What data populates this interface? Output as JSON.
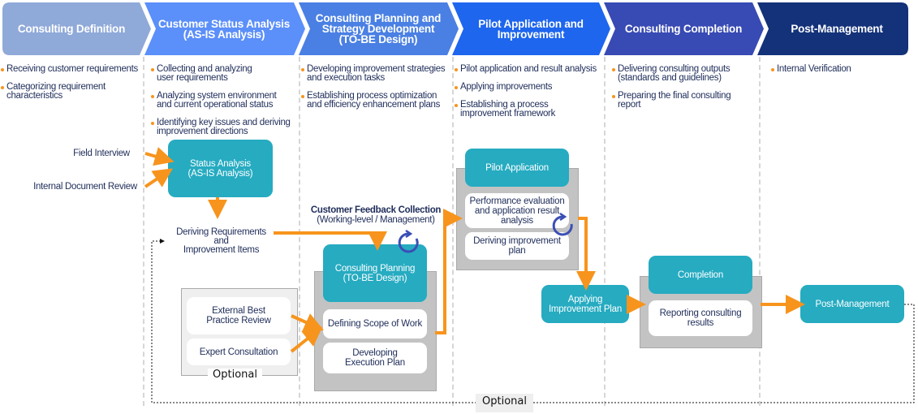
{
  "phases": [
    {
      "label": "Consulting Definition",
      "color": "#8fa9d9"
    },
    {
      "label": "Customer Status Analysis\n(AS-IS Analysis)",
      "color": "#5b8ff9"
    },
    {
      "label": "Consulting Planning and\nStrategy Development\n(TO-BE Design)",
      "color": "#4a80e3"
    },
    {
      "label": "Pilot Application and\nImprovement",
      "color": "#1e66ee"
    },
    {
      "label": "Consulting Completion",
      "color": "#384ab3"
    },
    {
      "label": "Post-Management",
      "color": "#14327a"
    }
  ],
  "bullets": [
    [
      "Receiving customer requirements",
      "Categorizing requirement\ncharacteristics"
    ],
    [
      "Collecting and analyzing\nuser requirements",
      "Analyzing system environment\nand current operational status",
      "Identifying key issues and deriving\nimprovement directions"
    ],
    [
      "Developing improvement strategies\nand execution tasks",
      "Establishing process optimization\nand efficiency enhancement plans"
    ],
    [
      "Pilot application and result analysis",
      "Applying improvements",
      "Establishing a process\nimprovement framework"
    ],
    [
      "Delivering consulting outputs\n(standards and guidelines)",
      "Preparing the final consulting\nreport"
    ],
    [
      "Internal Verification"
    ]
  ],
  "flow": {
    "inputs": {
      "field_interview": "Field Interview",
      "internal_document_review": "Internal Document Review"
    },
    "status_analysis": "Status Analysis\n(AS-IS Analysis)",
    "deriving_requirements": "Deriving Requirements\nand\nImprovement Items",
    "optional_group": {
      "items": [
        "External Best\nPractice Review",
        "Expert Consultation"
      ],
      "label": "Optional"
    },
    "feedback": {
      "title": "Customer Feedback Collection",
      "subtitle": "(Working-level / Management)"
    },
    "consulting_planning": {
      "title": "Consulting Planning\n(TO-BE Design)",
      "items": [
        "Defining Scope of Work",
        "Developing\nExecution Plan"
      ]
    },
    "pilot_application": {
      "title": "Pilot Application",
      "items": [
        "Performance evaluation\nand application result\nanalysis",
        "Deriving improvement\nplan"
      ]
    },
    "applying_improvement": "Applying\nImprovement Plan",
    "completion": {
      "title": "Completion",
      "items": [
        "Reporting consulting\nresults"
      ]
    },
    "post_management": "Post-Management",
    "loop_label": "Optional"
  },
  "colors": {
    "accent_orange": "#f7941d",
    "node_teal": "#26abc1",
    "cycle_blue": "#3a4fb5",
    "text_navy": "#1f2d5a"
  }
}
